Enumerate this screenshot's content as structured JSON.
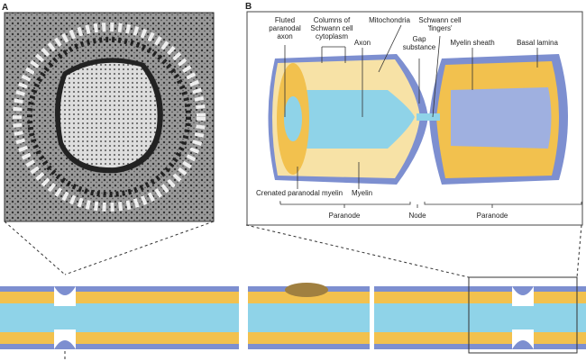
{
  "panel_a": {
    "letter": "A"
  },
  "panel_b": {
    "letter": "B",
    "labels": {
      "fluted": [
        "Fluted",
        "paranodal",
        "axon"
      ],
      "columns": [
        "Columns of",
        "Schwann cell",
        "cytoplasm"
      ],
      "axon": "Axon",
      "mitochondria": "Mitochondria",
      "fingers": [
        "Schwann cell",
        "'fingers'"
      ],
      "gap": [
        "Gap",
        "substance"
      ],
      "myelin_sheath": "Myelin sheath",
      "basal_lamina": "Basal lamina",
      "crenated": "Crenated paranodal myelin",
      "myelin": "Myelin",
      "paranode_left": "Paranode",
      "node": "Node",
      "paranode_right": "Paranode"
    }
  },
  "colors": {
    "myelin": "#f2c14e",
    "axon": "#8fd3e8",
    "sheath": "#7d8fd0",
    "cytoplasm": "#f7e2a6"
  }
}
